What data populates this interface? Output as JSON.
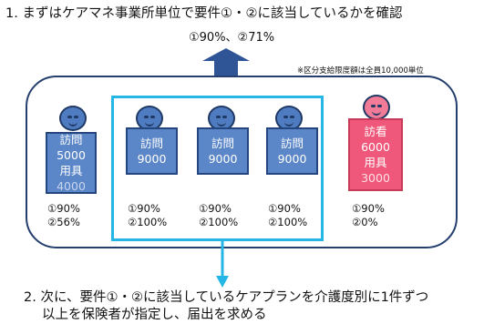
{
  "step1": "1. まずはケアマネ事業所単位で要件①・②に該当しているかを確認",
  "overall_rates": "①90%、②71%",
  "note": "※区分支給限度額は全員10,000単位",
  "plans": [
    {
      "lines": [
        "訪問",
        "5000",
        "用具",
        "4000"
      ],
      "rates": [
        "①90%",
        "②56%"
      ],
      "color": "#5b86c7"
    },
    {
      "lines": [
        "訪問",
        "9000"
      ],
      "rates": [
        "①90%",
        "②100%"
      ],
      "color": "#5b86c7"
    },
    {
      "lines": [
        "訪問",
        "9000"
      ],
      "rates": [
        "①90%",
        "②100%"
      ],
      "color": "#5b86c7"
    },
    {
      "lines": [
        "訪問",
        "9000"
      ],
      "rates": [
        "①90%",
        "②100%"
      ],
      "color": "#5b86c7"
    },
    {
      "lines": [
        "訪看",
        "6000",
        "用具",
        "3000"
      ],
      "rates": [
        "①90%",
        "②0%"
      ],
      "color": "#ef587a"
    }
  ],
  "step2": [
    "2. 次に、要件①・②に該当しているケアプランを介護度別に1件ずつ",
    "以上を保険者が指定し、届出を求める"
  ],
  "colors": {
    "outer_border": "#243f6e",
    "inner_border": "#26b6e6",
    "arrow_up": "#2f5597",
    "arrow_down": "#26b6e6"
  }
}
